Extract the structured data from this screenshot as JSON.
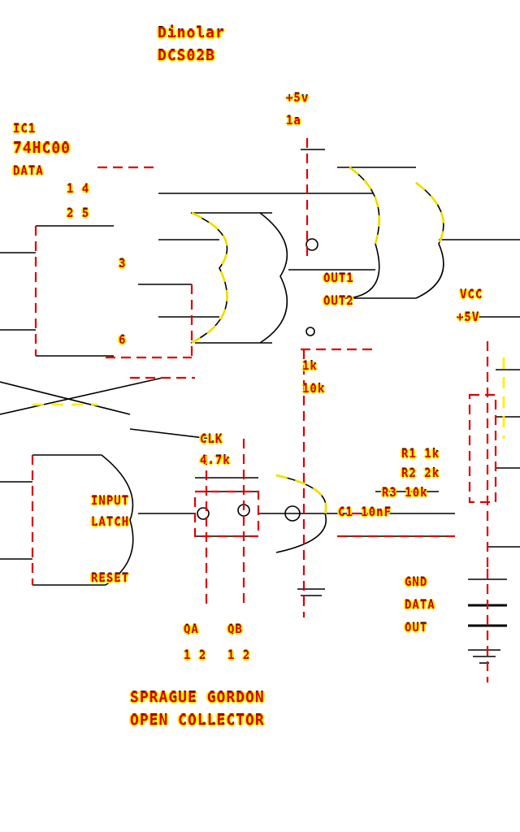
{
  "title": {
    "line1": "Dinolar",
    "line2": "DCS02B"
  },
  "colors": {
    "wire": "#000000",
    "dashed": "#e00000",
    "highlight": "#ffee00",
    "text": "#d80000"
  },
  "labels": {
    "top_probe": [
      "+5v",
      "1a"
    ],
    "left_block": [
      "IC1",
      "74HC00",
      "DATA"
    ],
    "left_pins": [
      "1 4",
      "2 5",
      "3",
      "6"
    ],
    "right_probe": [
      "OUT1",
      "OUT2"
    ],
    "resistor": [
      "1k",
      "10k"
    ],
    "center_mid": [
      "CLK",
      "4.7k"
    ],
    "center_lower": [
      "QA",
      "QB"
    ],
    "left_lower": [
      "INPUT",
      "LATCH",
      "RESET"
    ],
    "right_cluster": [
      "R1 1k",
      "R2 2k",
      "R3 10k",
      "C1 10nF"
    ],
    "right_col": [
      "VCC",
      "+5V"
    ],
    "bottom_right": [
      "GND",
      "DATA",
      "OUT"
    ],
    "bottom_pins": [
      "1 2",
      "1 2"
    ],
    "footer": [
      "SPRAGUE GORDON",
      "OPEN COLLECTOR"
    ]
  }
}
